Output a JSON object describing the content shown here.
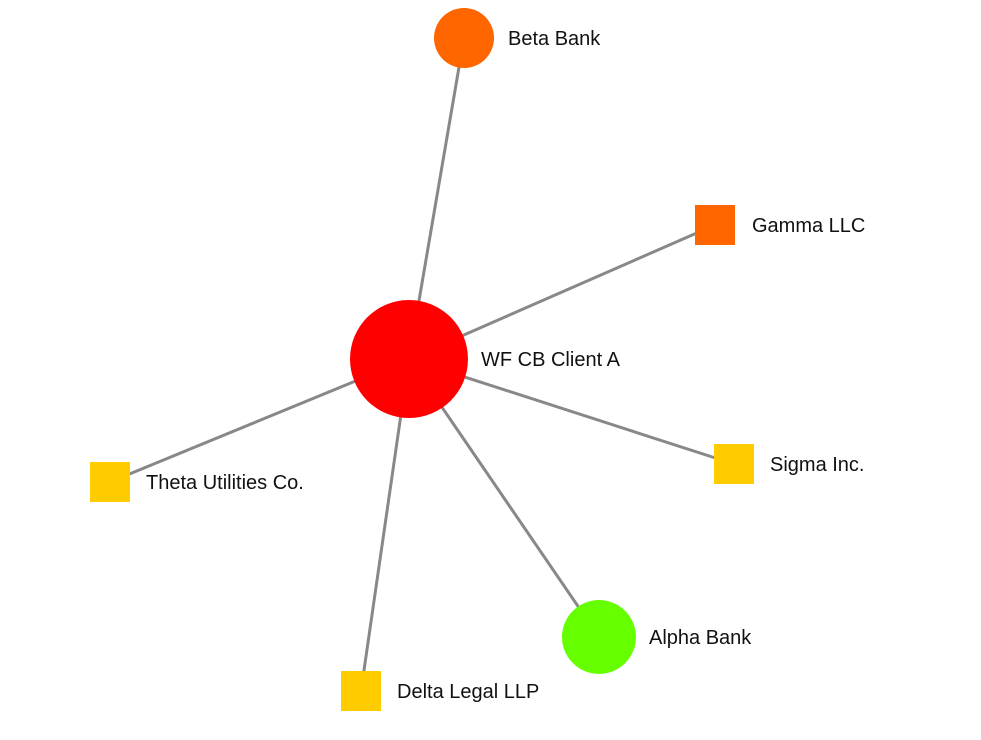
{
  "graph": {
    "edge_color": "#888888",
    "hub": {
      "label": "WF CB Client A",
      "shape": "circle",
      "color": "#ff0000"
    },
    "nodes": [
      {
        "id": "beta",
        "label": "Beta Bank",
        "shape": "circle",
        "color": "#ff6600"
      },
      {
        "id": "gamma",
        "label": "Gamma LLC",
        "shape": "square",
        "color": "#ff6600"
      },
      {
        "id": "sigma",
        "label": "Sigma Inc.",
        "shape": "square",
        "color": "#ffcc00"
      },
      {
        "id": "alpha",
        "label": "Alpha Bank",
        "shape": "circle",
        "color": "#66ff00"
      },
      {
        "id": "delta",
        "label": "Delta Legal LLP",
        "shape": "square",
        "color": "#ffcc00"
      },
      {
        "id": "theta",
        "label": "Theta Utilities Co.",
        "shape": "square",
        "color": "#ffcc00"
      }
    ],
    "edges": [
      {
        "from": "hub",
        "to": "beta"
      },
      {
        "from": "hub",
        "to": "gamma"
      },
      {
        "from": "hub",
        "to": "sigma"
      },
      {
        "from": "hub",
        "to": "alpha"
      },
      {
        "from": "hub",
        "to": "delta"
      },
      {
        "from": "hub",
        "to": "theta"
      }
    ]
  }
}
